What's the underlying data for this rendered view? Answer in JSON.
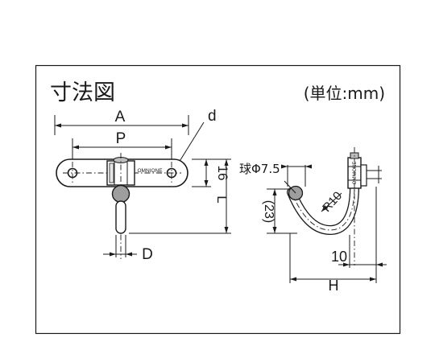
{
  "figure": {
    "title": "寸法図",
    "unit": "(単位:mm)"
  },
  "front_view": {
    "dim_A": "A",
    "dim_P": "P",
    "dim_d": "d",
    "dim_16": "16",
    "dim_L": "L",
    "dim_D": "D",
    "plate_mark": "OMNIONE"
  },
  "side_view": {
    "ball_dia": "球Φ7.5",
    "radius": "R10",
    "dim_23": "(23)",
    "dim_10": "10",
    "dim_H": "H",
    "plate_mark": "OMNIONE"
  }
}
